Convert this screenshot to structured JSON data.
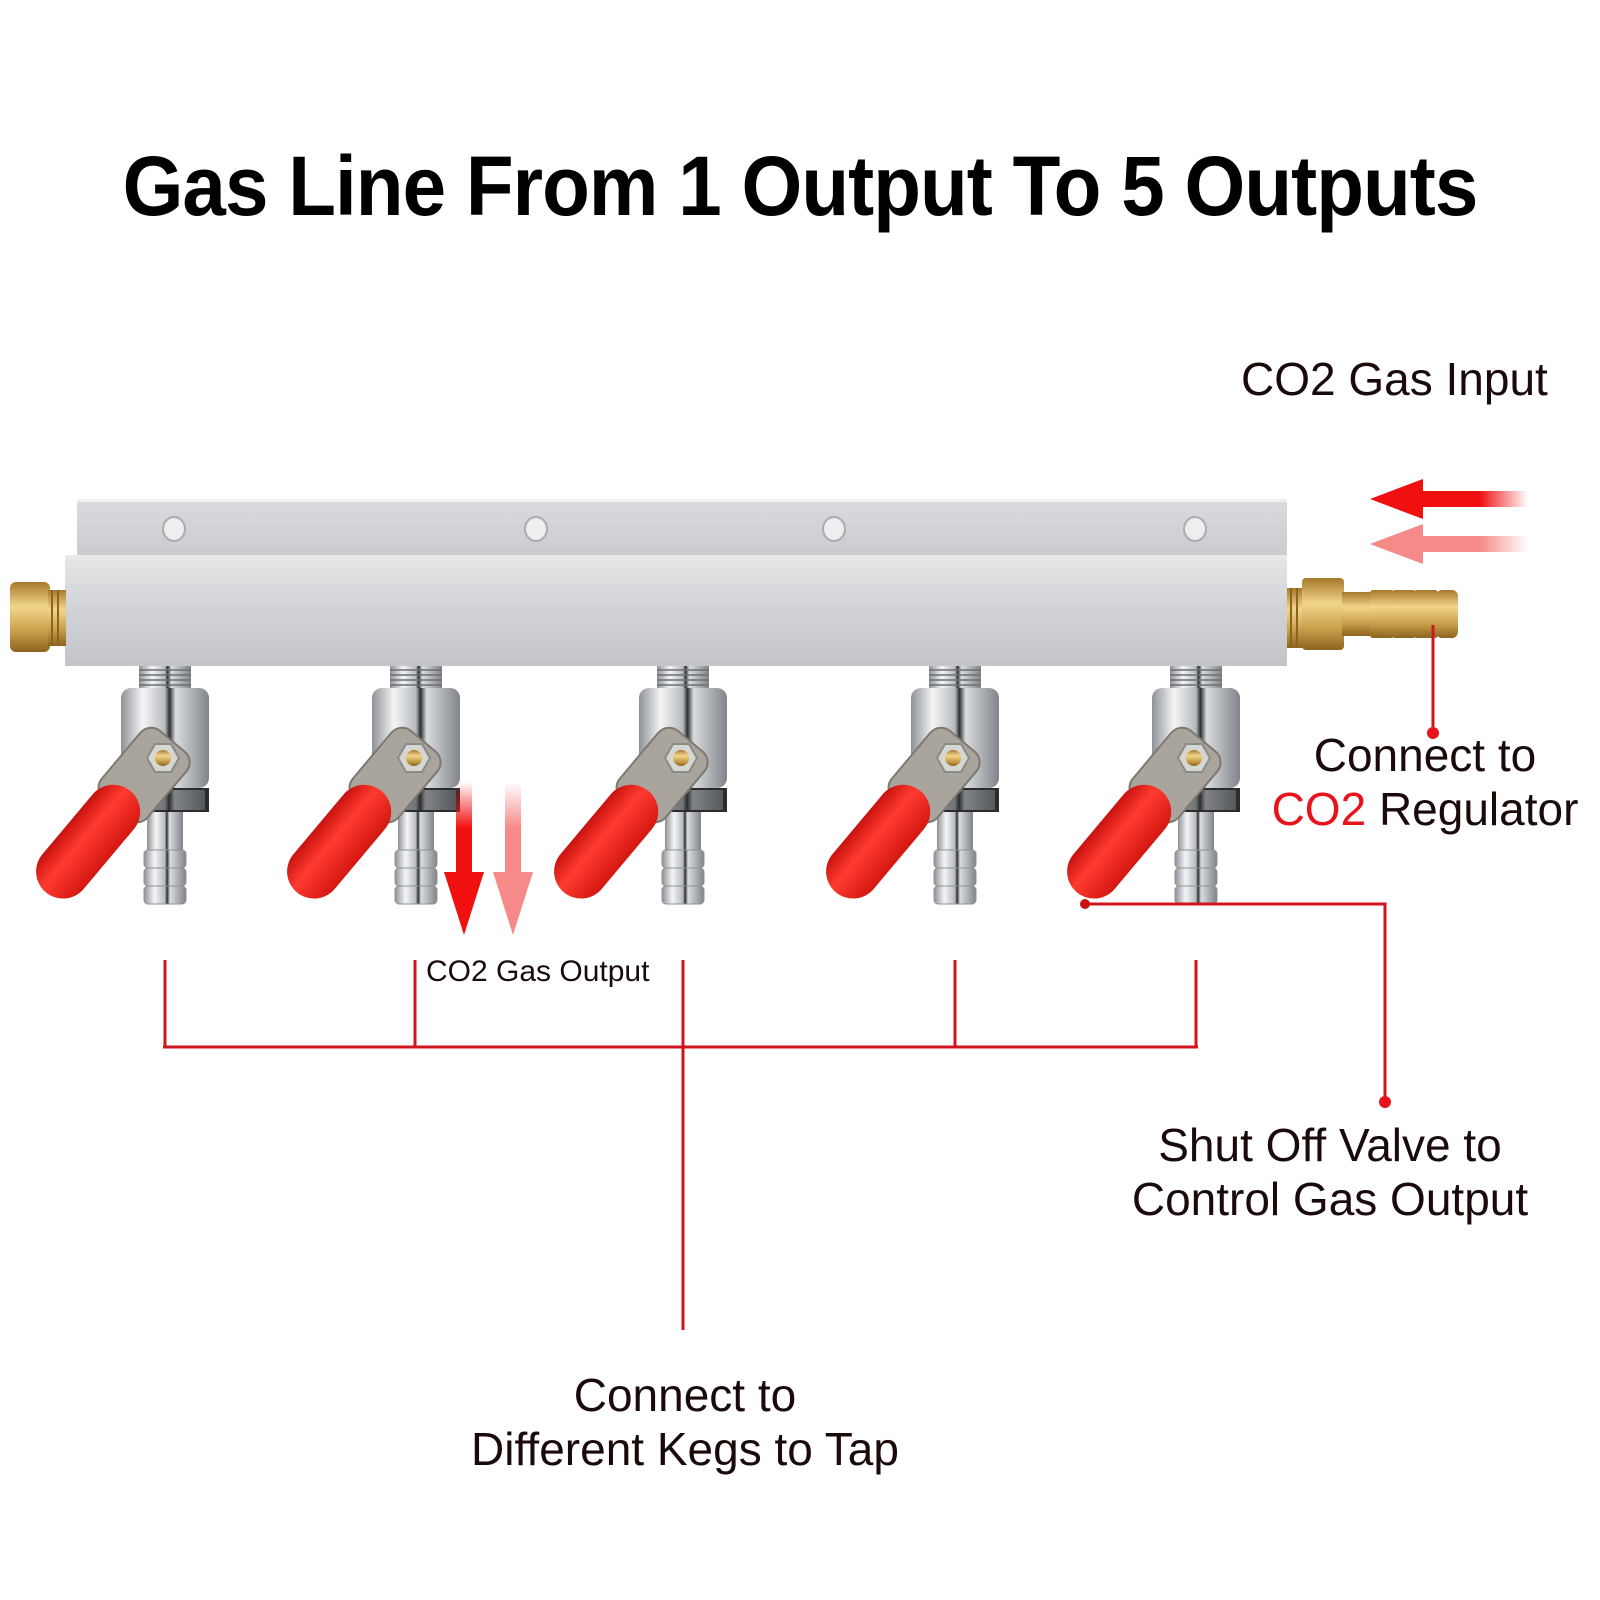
{
  "title": "Gas Line From 1 Output To 5 Outputs",
  "labels": {
    "co2_input": "CO2 Gas Input",
    "regulator_line1": "Connect to",
    "regulator_co2": "CO2",
    "regulator_rest": " Regulator",
    "co2_output": "CO2 Gas Output",
    "shutoff_line1": "Shut Off Valve to",
    "shutoff_line2": "Control Gas Output",
    "kegs_line1": "Connect to",
    "kegs_line2": "Different Kegs to Tap"
  },
  "manifold": {
    "outputs": 5,
    "inputs": 1,
    "mounting_holes": 4
  },
  "colors": {
    "accent_red": "#e8131b",
    "leader_red": "#d0151d",
    "handle_red": "#f0241f",
    "aluminum": "#cfd1d4",
    "brass": "#c9a04a",
    "chrome": "#c8cbcf",
    "text": "#1a0a0a"
  }
}
